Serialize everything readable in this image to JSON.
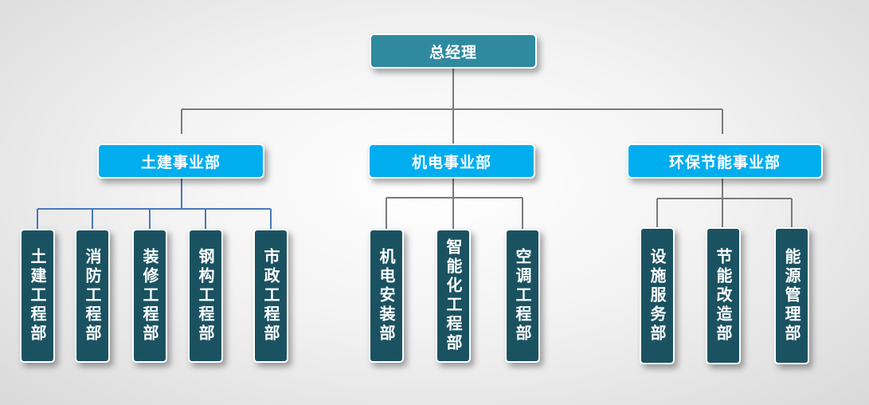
{
  "org": {
    "ceo": "总经理",
    "divisions": [
      {
        "name": "土建事业部",
        "departments": [
          "土建工程部",
          "消防工程部",
          "装修工程部",
          "钢构工程部",
          "市政工程部"
        ]
      },
      {
        "name": "机电事业部",
        "departments": [
          "机电安装部",
          "智能化工程部",
          "空调工程部"
        ]
      },
      {
        "name": "环保节能事业部",
        "departments": [
          "设施服务部",
          "节能改造部",
          "能源管理部"
        ]
      }
    ]
  },
  "colors": {
    "ceo": "#2f8aa0",
    "division": "#00aeef",
    "department": "#1b5261",
    "connector_gray": "#7a7a7a",
    "connector_blue": "#4a78b8"
  }
}
